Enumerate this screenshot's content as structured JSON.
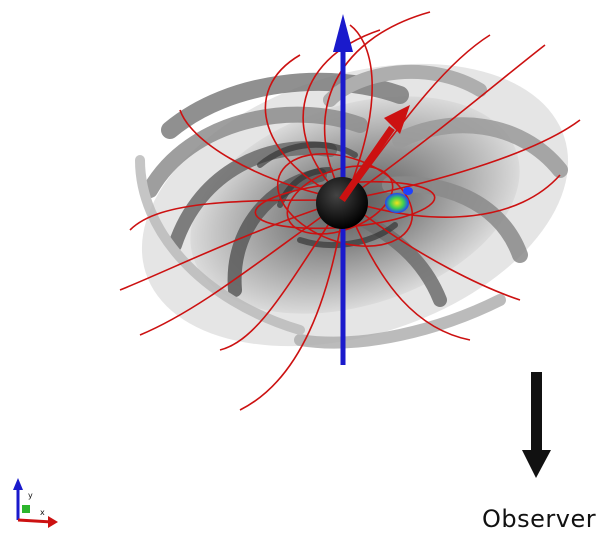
{
  "labels": {
    "observer": "Observer",
    "triad_x": "x",
    "triad_y": "y"
  },
  "colors": {
    "field_lines": "#cc1111",
    "rotation_axis": "#1a1acc",
    "magnetic_axis": "#cc1111",
    "disk": "#8a8a8a",
    "star": "#111111",
    "observer_arrow": "#111111",
    "hotspot": [
      "#1e40ff",
      "#3ccf52",
      "#f5e21a"
    ]
  },
  "icons": {
    "rotation_axis": "blue-axis-arrow",
    "magnetic_axis": "red-magnetic-axis-arrow",
    "observer": "down-arrow-icon",
    "triad": "xyz-orientation-triad-icon"
  }
}
